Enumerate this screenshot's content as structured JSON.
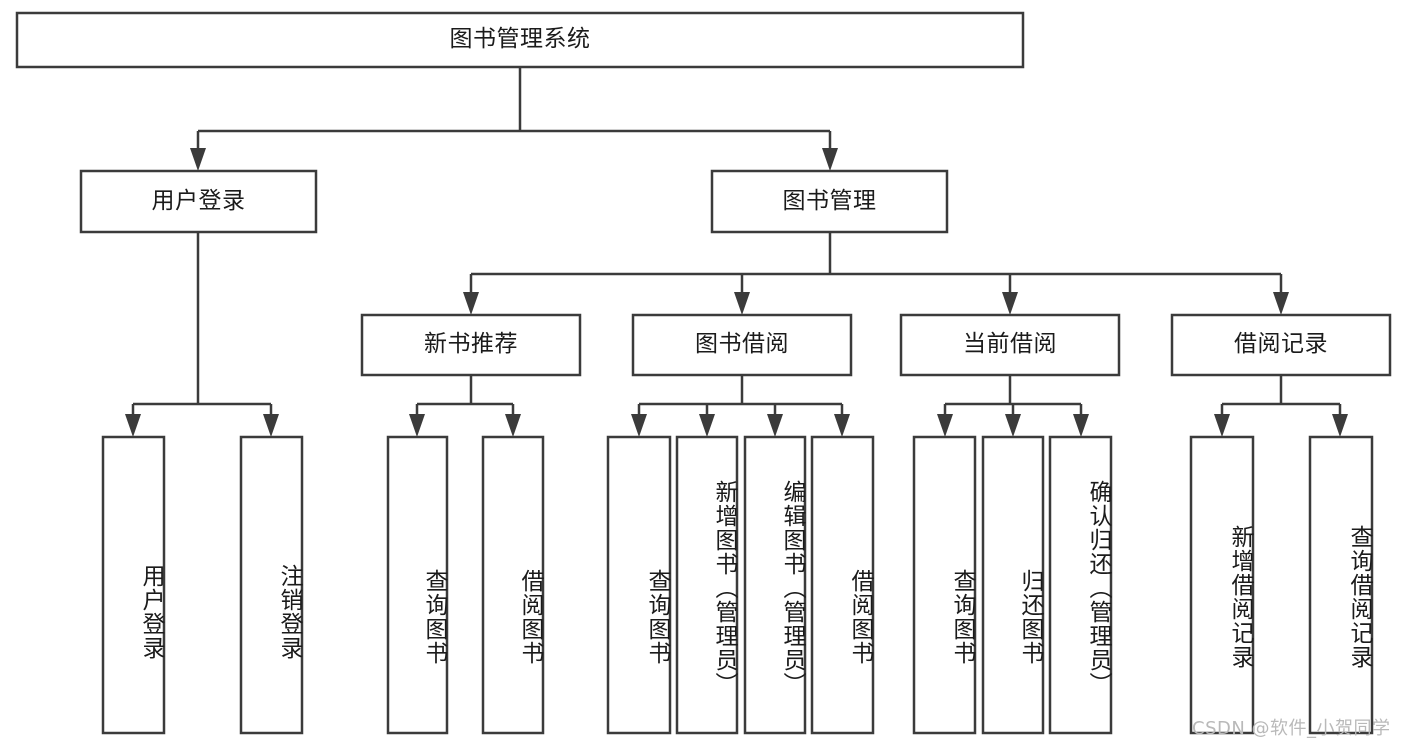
{
  "diagram": {
    "type": "tree-hierarchy",
    "orientation": "top-down",
    "root": {
      "id": "root",
      "label": "图书管理系统",
      "text_direction": "horizontal"
    },
    "level2": [
      {
        "id": "user-login",
        "label": "用户登录",
        "text_direction": "horizontal"
      },
      {
        "id": "book-management",
        "label": "图书管理",
        "text_direction": "horizontal"
      }
    ],
    "level3": [
      {
        "id": "new-book-recommend",
        "label": "新书推荐",
        "parent": "book-management",
        "text_direction": "horizontal"
      },
      {
        "id": "book-borrow",
        "label": "图书借阅",
        "parent": "book-management",
        "text_direction": "horizontal"
      },
      {
        "id": "current-borrow",
        "label": "当前借阅",
        "parent": "book-management",
        "text_direction": "horizontal"
      },
      {
        "id": "borrow-record",
        "label": "借阅记录",
        "parent": "book-management",
        "text_direction": "horizontal"
      }
    ],
    "leaves": [
      {
        "id": "leaf-user-login",
        "label": "用户登录",
        "parent": "user-login",
        "text_direction": "vertical"
      },
      {
        "id": "leaf-logout-login",
        "label": "注销登录",
        "parent": "user-login",
        "text_direction": "vertical"
      },
      {
        "id": "leaf-query-book-1",
        "label": "查询图书",
        "parent": "new-book-recommend",
        "text_direction": "vertical"
      },
      {
        "id": "leaf-borrow-book-1",
        "label": "借阅图书",
        "parent": "new-book-recommend",
        "text_direction": "vertical"
      },
      {
        "id": "leaf-query-book-2",
        "label": "查询图书",
        "parent": "book-borrow",
        "text_direction": "vertical"
      },
      {
        "id": "leaf-add-book",
        "label": "新增图书（管理员）",
        "parent": "book-borrow",
        "text_direction": "vertical"
      },
      {
        "id": "leaf-edit-book",
        "label": "编辑图书（管理员）",
        "parent": "book-borrow",
        "text_direction": "vertical"
      },
      {
        "id": "leaf-borrow-book-2",
        "label": "借阅图书",
        "parent": "book-borrow",
        "text_direction": "vertical"
      },
      {
        "id": "leaf-query-book-3",
        "label": "查询图书",
        "parent": "current-borrow",
        "text_direction": "vertical"
      },
      {
        "id": "leaf-return-book",
        "label": "归还图书",
        "parent": "current-borrow",
        "text_direction": "vertical"
      },
      {
        "id": "leaf-confirm-return",
        "label": "确认归还（管理员）",
        "parent": "current-borrow",
        "text_direction": "vertical"
      },
      {
        "id": "leaf-add-record",
        "label": "新增借阅记录",
        "parent": "borrow-record",
        "text_direction": "vertical"
      },
      {
        "id": "leaf-query-record",
        "label": "查询借阅记录",
        "parent": "borrow-record",
        "text_direction": "vertical"
      }
    ],
    "colors": {
      "stroke": "#3b3b3b",
      "fill": "#ffffff",
      "text": "#1b1b1b",
      "watermark": "#b9b9b9",
      "background": "#ffffff"
    }
  },
  "watermark": {
    "text": "CSDN @软件_小贺同学"
  }
}
